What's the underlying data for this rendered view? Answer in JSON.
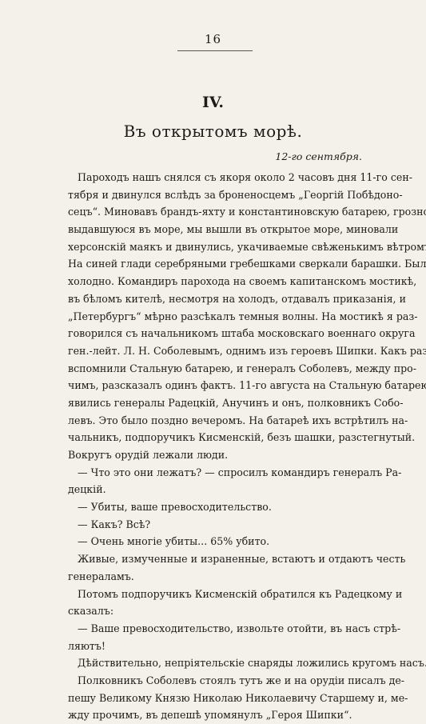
{
  "page": {
    "number": "16",
    "chapter_number": "IV.",
    "chapter_title": "Въ открытомъ морѣ.",
    "dateline": "12-го сентября.",
    "lines": [
      {
        "text": "Пароходъ нашъ снялся съ якоря около 2 часовъ дня 11-го сен-",
        "indent": true
      },
      {
        "text": "тября и двинулся вслѣдъ за броненосцемъ „Георгій Побѣдоно-"
      },
      {
        "text": "сецъ“. Миновавъ брандъ-яхту и константиновскую батарею, грозно"
      },
      {
        "text": "выдавшуюся въ море, мы вышли въ открытое море, миновали"
      },
      {
        "text": "херсонскій маякъ и двинулись, укачиваемые свѣженькимъ вѣтромъ."
      },
      {
        "text": "На синей глади серебряными гребешками сверкали барашки. Было"
      },
      {
        "text": "холодно. Командиръ парохода на своемъ капитанскомъ мостикѣ,"
      },
      {
        "text": "въ бѣломъ кителѣ, несмотря на холодъ, отдавалъ приказанія, и"
      },
      {
        "text": "„Петербургъ“ мѣрно разсѣкалъ темныя волны. На мостикѣ я раз-"
      },
      {
        "text": "говорился съ начальникомъ штаба московскаго военнаго округа"
      },
      {
        "text": "ген.-лейт. Л. Н. Соболевымъ, однимъ изъ героевъ Шипки. Какъ разъ"
      },
      {
        "text": "вспомнили Стальную батарею, и генералъ Соболевъ, между про-"
      },
      {
        "text": "чимъ, разсказалъ одинъ фактъ. 11-го августа на Стальную батарею"
      },
      {
        "text": "явились генералы Радецкій, Анучинъ и онъ, полковникъ Собо-"
      },
      {
        "text": "левъ. Это было поздно вечеромъ. На батареѣ ихъ встрѣтилъ на-"
      },
      {
        "text": "чальникъ, подпоручикъ Кисменскій, безъ шашки, разстегнутый."
      },
      {
        "text": "Вокругъ орудій лежали люди.",
        "last": true
      },
      {
        "text": "— Что это они лежатъ? — спросилъ командиръ генералъ Ра-",
        "indent": true
      },
      {
        "text": "децкій.",
        "last": true
      },
      {
        "text": "— Убиты, ваше превосходительство.",
        "indent": true,
        "last": true
      },
      {
        "text": "— Какъ? Всѣ?",
        "indent": true,
        "last": true
      },
      {
        "text": "— Очень многіе убиты... 65% убито.",
        "indent": true,
        "last": true
      },
      {
        "text": "Живые, измученные и израненные, встаютъ и отдаютъ честь",
        "indent": true
      },
      {
        "text": "генераламъ.",
        "last": true
      },
      {
        "text": "Потомъ подпоручикъ Кисменскій обратился къ Радецкому и",
        "indent": true
      },
      {
        "text": "сказалъ:",
        "last": true
      },
      {
        "text": "— Ваше превосходительство, извольте отойти, въ насъ стрѣ-",
        "indent": true
      },
      {
        "text": "ляютъ!",
        "last": true
      },
      {
        "text": "Дѣйствительно, непріятельскіе снаряды ложились кругомъ насъ.",
        "indent": true
      },
      {
        "text": "Полковникъ Соболевъ стоялъ тутъ же и на орудіи писалъ де-",
        "indent": true
      },
      {
        "text": "пешу Великому Князю Николаю Николаевичу Старшему и, ме-"
      },
      {
        "text": "жду прочимъ, въ депешѣ упомянулъ „Героя Шипки“.",
        "last": true
      }
    ]
  }
}
